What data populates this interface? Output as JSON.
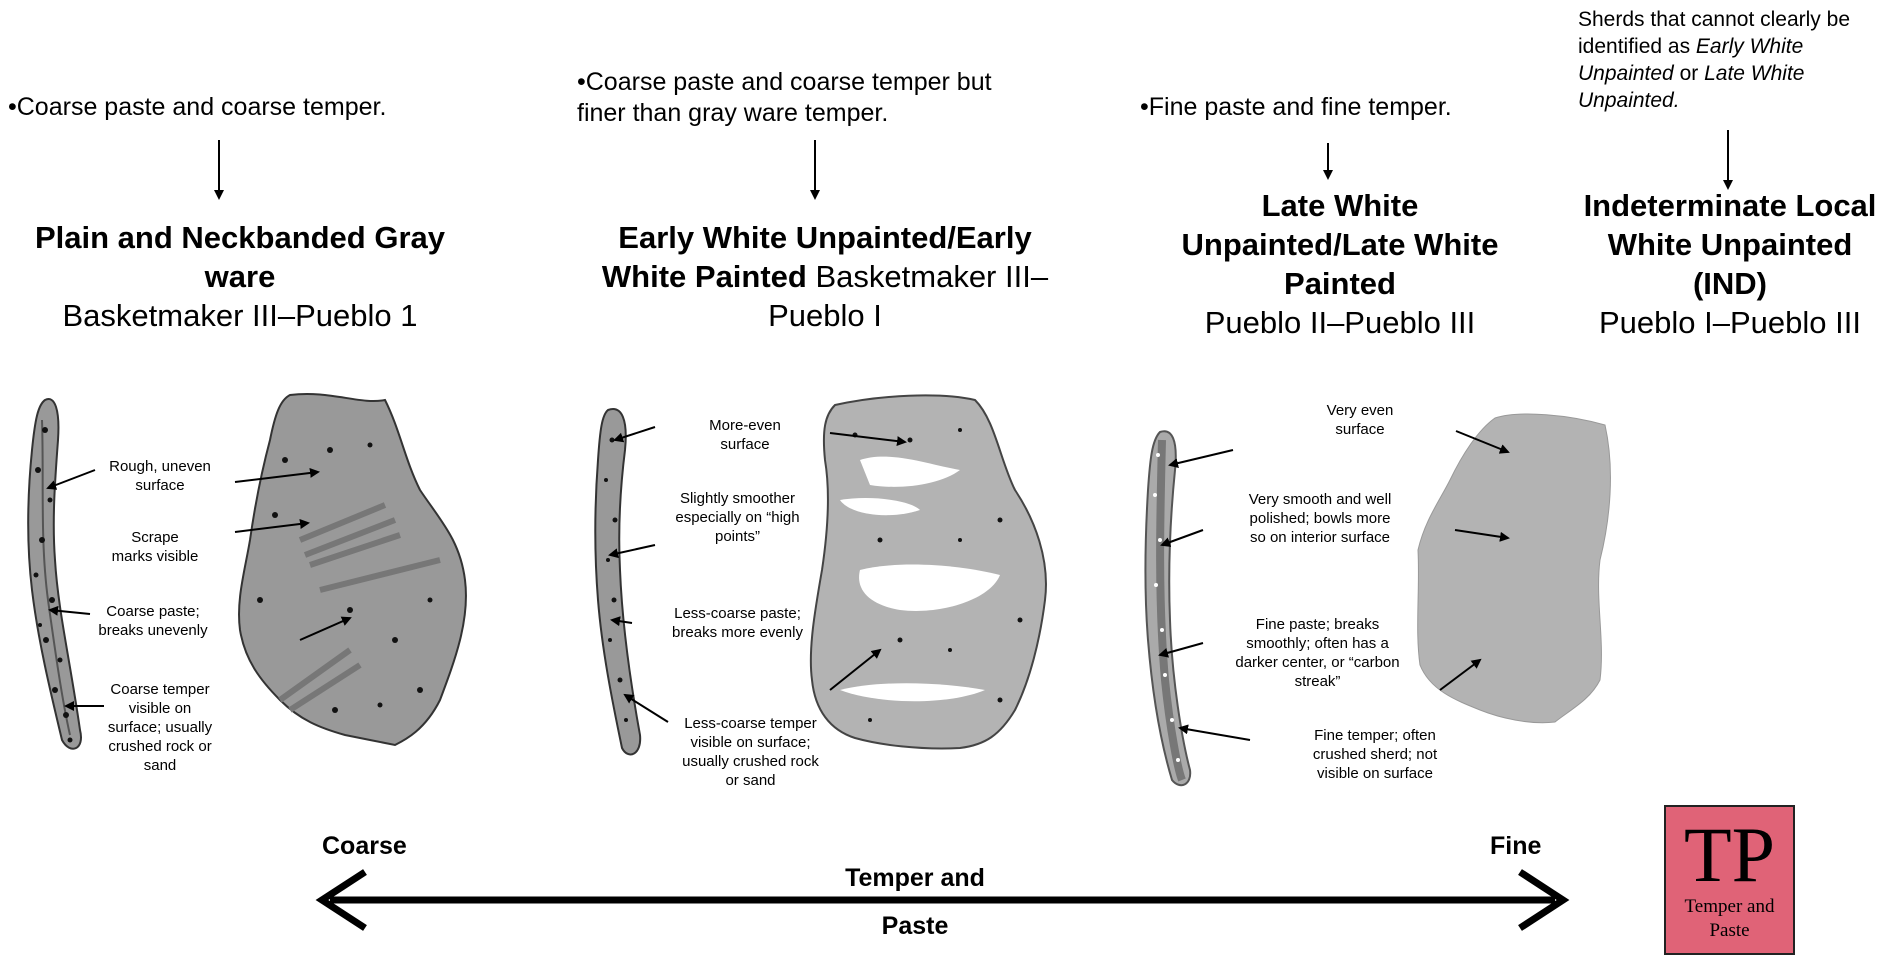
{
  "columns": [
    {
      "description": "•Coarse paste and coarse temper.",
      "title_bold": "Plain and Neckbanded Gray ware",
      "title_normal": "Basketmaker III–Pueblo 1"
    },
    {
      "description": "•Coarse paste and coarse temper but finer than gray ware temper.",
      "title_bold": "Early White Unpainted/Early White Painted",
      "title_normal": "Basketmaker III–Pueblo I"
    },
    {
      "description": "•Fine paste and fine temper.",
      "title_bold": "Late White Unpainted/Late White Painted",
      "title_normal": "Pueblo II–Pueblo III"
    },
    {
      "description_parts": [
        "Sherds that cannot clearly be identified as ",
        "Early White Unpainted",
        " or ",
        "Late White Unpainted."
      ],
      "title_bold": "Indeterminate Local White Unpainted (IND)",
      "title_normal": "Pueblo I–Pueblo III"
    }
  ],
  "annotations": {
    "gray": [
      "Rough, uneven surface",
      "Scrape marks visible",
      "Coarse paste; breaks unevenly",
      "Coarse temper visible on surface; usually crushed rock or sand"
    ],
    "early": [
      "More-even surface",
      "Slightly smoother especially on “high points”",
      "Less-coarse paste; breaks more evenly",
      "Less-coarse temper visible on surface; usually crushed rock or sand"
    ],
    "late": [
      "Very even surface",
      "Very smooth and well polished; bowls more so on interior surface",
      "Fine paste; breaks smoothly; often has a darker center, or “carbon streak”",
      "Fine temper; often crushed sherd; not visible on surface"
    ]
  },
  "scale": {
    "left_label": "Coarse",
    "right_label": "Fine",
    "center_label_line1": "Temper and",
    "center_label_line2": "Paste"
  },
  "badge": {
    "code": "TP",
    "label": "Temper and Paste",
    "color": "#e06377"
  },
  "colors": {
    "sherd_fill": "#999999",
    "sherd_fill_light": "#b3b3b3",
    "sherd_core": "#777777"
  }
}
